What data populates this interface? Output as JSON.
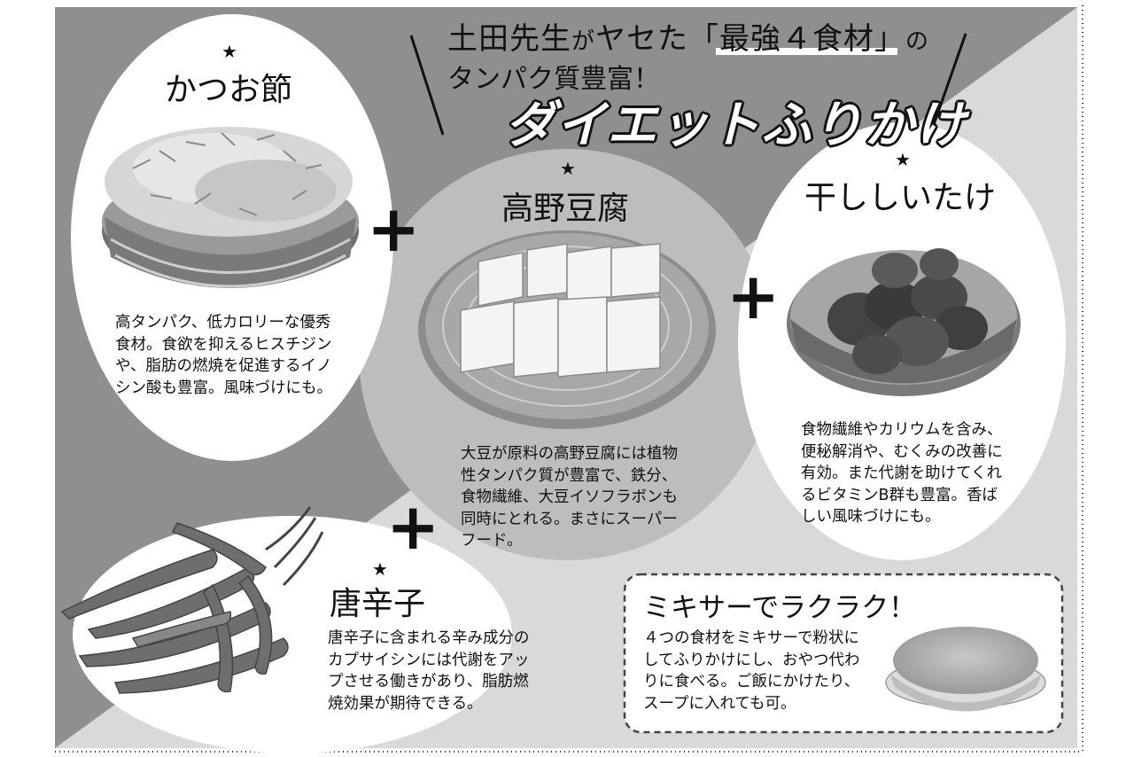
{
  "header": {
    "title_part1": "土田先生",
    "title_part2": "が",
    "title_part3": "ヤセた「最強４食材」",
    "title_part4": "の",
    "subtitle": "タンパク質豊富！",
    "main_title": "ダイエットふりかけ"
  },
  "items": [
    {
      "name": "かつお節",
      "description_lines": [
        "高タンパク、低カロリーな優秀",
        "食材。食欲を抑えるヒスチジン",
        "や、脂肪の燃焼を促進するイノ",
        "シン酸も豊富。風味づけにも。"
      ]
    },
    {
      "name": "高野豆腐",
      "description_lines": [
        "大豆が原料の高野豆腐には植物",
        "性タンパク質が豊富で、鉄分、",
        "食物繊維、大豆イソフラボンも",
        "同時にとれる。まさにスーパー",
        "フード。"
      ]
    },
    {
      "name": "干ししいたけ",
      "description_lines": [
        "食物繊維やカリウムを含み、",
        "便秘解消や、むくみの改善に",
        "有効。また代謝を助けてくれ",
        "るビタミンB群も豊富。香ば",
        "しい風味づけにも。"
      ]
    },
    {
      "name": "唐辛子",
      "description_lines": [
        "唐辛子に含まれる辛み成分の",
        "カプサイシンには代謝をアッ",
        "プさせる働きがあり、脂肪燃",
        "焼効果が期待できる。"
      ]
    }
  ],
  "star_glyph": "★",
  "plus_glyph": "+",
  "mixer": {
    "title": "ミキサーでラクラク！",
    "description_lines": [
      "４つの食材をミキサーで粉状に",
      "してふりかけにし、おやつ代わ",
      "りに食べる。ご飯にかけたり、",
      "スープに入れても可。"
    ]
  },
  "colors": {
    "dark_gray": "#8f8f8f",
    "mid_gray": "#b5b5b5",
    "light_gray": "#d9d9d9",
    "ink": "#111111"
  },
  "icons": {
    "katsuobushi": "katsuobushi-basket-illustration",
    "tofu": "koya-tofu-on-bamboo-plate-illustration",
    "shiitake": "dried-shiitake-basket-illustration",
    "chili": "red-chili-peppers-illustration",
    "powder": "furikake-powder-bowl-illustration"
  }
}
